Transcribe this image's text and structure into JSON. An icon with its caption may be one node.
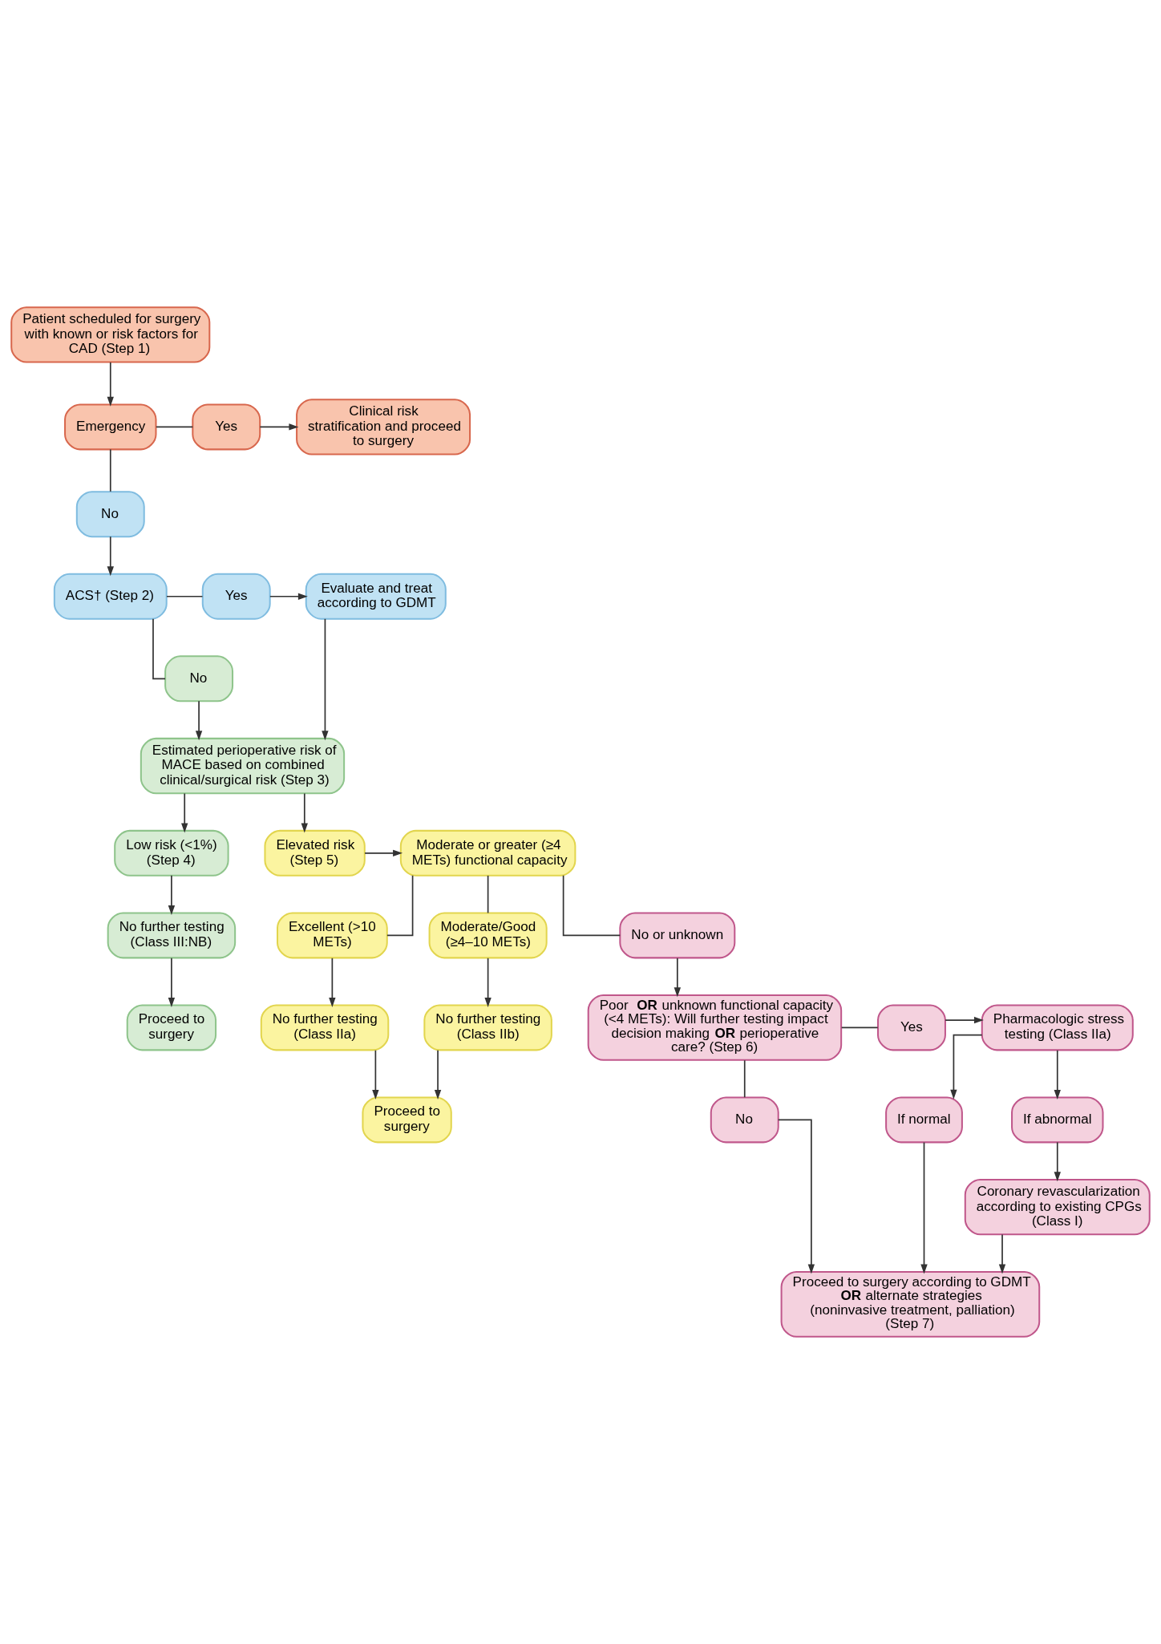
{
  "diagram": {
    "nodes": [
      {
        "text": [
          "Patient scheduled for surgery with known or risk factors for CAD (Step 1)"
        ]
      },
      {
        "text": [
          "Emergency"
        ]
      },
      {
        "text": [
          "Yes"
        ]
      },
      {
        "text": [
          "Clinical risk stratification and proceed to surgery"
        ]
      },
      {
        "text": [
          "No"
        ]
      },
      {
        "text": [
          "ACS† (Step 2)"
        ]
      },
      {
        "text": [
          "Yes"
        ]
      },
      {
        "text": [
          "Evaluate and treat according to GDMT"
        ]
      },
      {
        "text": [
          "No"
        ]
      },
      {
        "text": [
          "Estimated perioperative risk of MACE based on combined clinical/surgical risk (Step 3)"
        ]
      },
      {
        "text": [
          "Low risk (<1%) (Step 4)"
        ]
      },
      {
        "text": [
          "Elevated risk (Step 5)"
        ]
      },
      {
        "text": [
          "Moderate or greater (≥4 METs) functional capacity"
        ]
      },
      {
        "text": [
          "Excellent (>10 METs)"
        ]
      },
      {
        "text": [
          "No further testing (Class IIa)"
        ]
      },
      {
        "text": [
          "Moderate/Good (≥4–10 METs)"
        ]
      },
      {
        "text": [
          "No further testing (Class IIb)"
        ]
      },
      {
        "text": [
          "Proceed to surgery"
        ]
      },
      {
        "text": [
          "No further testing (Class III:NB)"
        ]
      },
      {
        "text": [
          "Proceed to surgery"
        ]
      },
      {
        "text": [
          "No or unknown"
        ]
      },
      {
        "text": [
          "Poor **OR** unknown functional capacity (<4 METs): Will further testing impact decision making **OR** perioperative care? (Step 6)"
        ]
      },
      {
        "text": [
          "Yes"
        ]
      },
      {
        "text": [
          "Pharmacologic stress testing (Class IIa)"
        ]
      },
      {
        "text": [
          "If normal"
        ]
      },
      {
        "text": [
          "If abnormal"
        ]
      },
      {
        "text": [
          "No"
        ]
      },
      {
        "text": [
          "Proceed to surgery according to GDMT **OR** alternate strategies (noninvasive treatment, palliation) (Step 7)"
        ]
      },
      {
        "text": [
          "Coronary revascularization according to existing CPGs (Class I)"
        ]
      }
    ],
    "edges": [
      {
        "from": 0,
        "to": 1,
        "arrow": "to"
      },
      {
        "from": 1,
        "to": 2,
        "arrow": "none"
      },
      {
        "from": 2,
        "to": 3,
        "arrow": "to"
      },
      {
        "from": 1,
        "to": 4,
        "arrow": "none"
      },
      {
        "from": 4,
        "to": 5,
        "arrow": "to"
      },
      {
        "from": 5,
        "to": 6,
        "arrow": "none"
      },
      {
        "from": 6,
        "to": 7,
        "arrow": "to"
      },
      {
        "from": 7,
        "to": 9,
        "arrow": "to"
      },
      {
        "from": 5,
        "to": 8,
        "arrow": "none"
      },
      {
        "from": 8,
        "to": 9,
        "arrow": "to"
      },
      {
        "from": 9,
        "to": 10,
        "arrow": "to"
      },
      {
        "from": 9,
        "to": 11,
        "arrow": "to"
      },
      {
        "from": 10,
        "to": 18,
        "arrow": "to"
      },
      {
        "from": 18,
        "to": 19,
        "arrow": "to"
      },
      {
        "from": 11,
        "to": 12,
        "arrow": "to"
      },
      {
        "from": 12,
        "to": 13,
        "arrow": "none"
      },
      {
        "from": 13,
        "to": 14,
        "arrow": "to"
      },
      {
        "from": 12,
        "to": 15,
        "arrow": "none"
      },
      {
        "from": 15,
        "to": 16,
        "arrow": "to"
      },
      {
        "from": 14,
        "to": 17,
        "arrow": "to"
      },
      {
        "from": 16,
        "to": 17,
        "arrow": "to"
      },
      {
        "from": 12,
        "to": 20,
        "arrow": "none"
      },
      {
        "from": 20,
        "to": 21,
        "arrow": "to"
      },
      {
        "from": 21,
        "to": 22,
        "arrow": "none"
      },
      {
        "from": 22,
        "to": 23,
        "arrow": "to"
      },
      {
        "from": 23,
        "to": 24,
        "arrow": "to"
      },
      {
        "from": 23,
        "to": 25,
        "arrow": "to"
      },
      {
        "from": 25,
        "to": 28,
        "arrow": "to"
      },
      {
        "from": 24,
        "to": 27,
        "arrow": "to"
      },
      {
        "from": 28,
        "to": 27,
        "arrow": "to"
      },
      {
        "from": 21,
        "to": 26,
        "arrow": "none"
      },
      {
        "from": 26,
        "to": 27,
        "arrow": "to"
      }
    ]
  }
}
